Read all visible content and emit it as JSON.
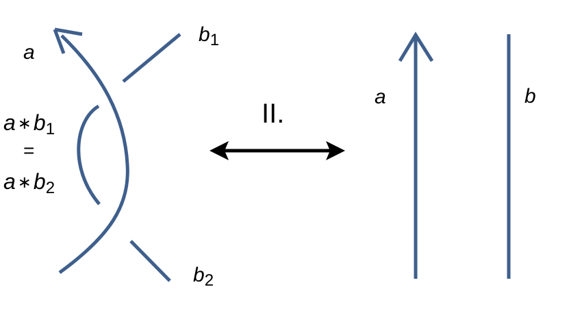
{
  "colors": {
    "strand": "#3f5f8c",
    "arrow": "#000000",
    "text": "#000000"
  },
  "left": {
    "strand_a": "a",
    "strand_b_top": {
      "base": "b",
      "sub": "1"
    },
    "strand_b_bottom": {
      "base": "b",
      "sub": "2"
    },
    "equation": {
      "line1": {
        "lhs": "a",
        "op": "∗",
        "rhs": "b",
        "sub": "1"
      },
      "equals": "=",
      "line2": {
        "lhs": "a",
        "op": "∗",
        "rhs": "b",
        "sub": "2"
      }
    }
  },
  "move": {
    "label": "II.",
    "arrow_icon": "double-arrow-icon"
  },
  "right": {
    "strand_a": "a",
    "strand_b": "b"
  }
}
